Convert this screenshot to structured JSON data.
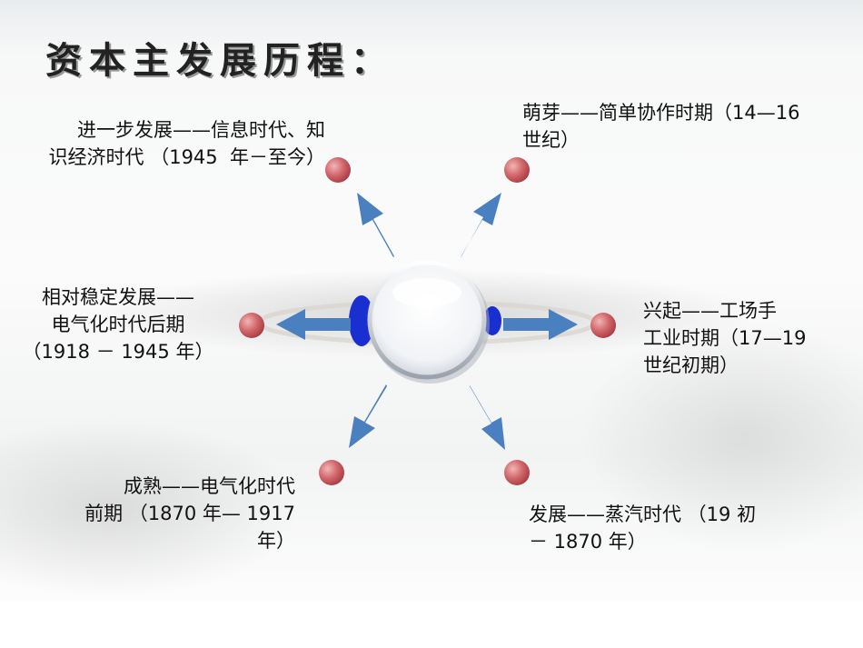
{
  "title": "资本主发展历程：",
  "stages": {
    "upper_left": "进一步发展——信息时代、知\n识经济时代 （1945  年－至今）",
    "upper_right": "萌芽——简单协作时期（14—16\n世纪）",
    "mid_left": "相对稳定发展——\n电气化时代后期\n（1918 － 1945 年）",
    "mid_right": "兴起——工场手\n工业时期（17—19\n世纪初期）",
    "lower_left": "成熟——电气化时代\n前期 （1870 年— 1917\n年）",
    "lower_right": "发展——蒸汽时代 （19 初\n－ 1870 年）"
  },
  "colors": {
    "arrow": "#4a7fc0",
    "node": "#c9555a",
    "hub_accent": "#1a2fd0",
    "title": "#222222"
  }
}
